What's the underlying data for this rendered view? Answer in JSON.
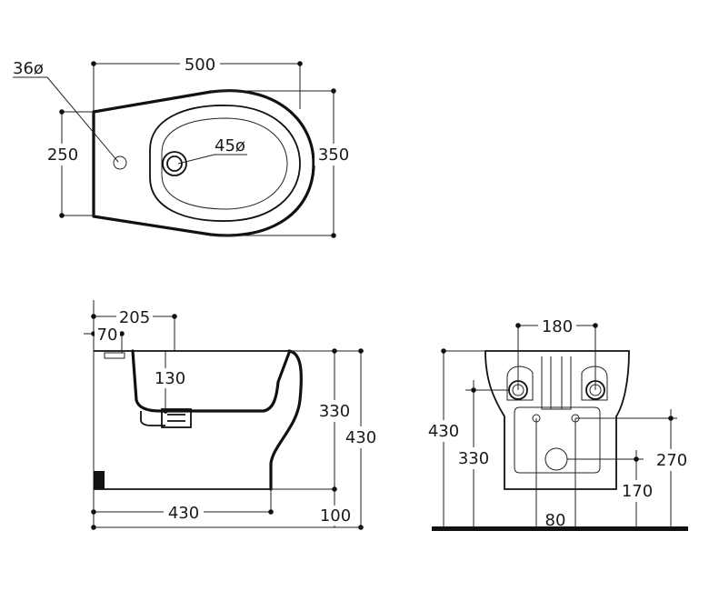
{
  "top_view": {
    "dim_length": "500",
    "dim_depth": "350",
    "dim_hole_depth": "250",
    "dim_tap_hole": "36ø",
    "dim_drain": "45ø"
  },
  "side_view": {
    "dim_205": "205",
    "dim_70": "70",
    "dim_130": "130",
    "dim_330": "330",
    "dim_430_height": "430",
    "dim_430_length": "430",
    "dim_100": "100"
  },
  "front_view": {
    "dim_180": "180",
    "dim_430": "430",
    "dim_330": "330",
    "dim_270": "270",
    "dim_170": "170",
    "dim_80": "80"
  }
}
